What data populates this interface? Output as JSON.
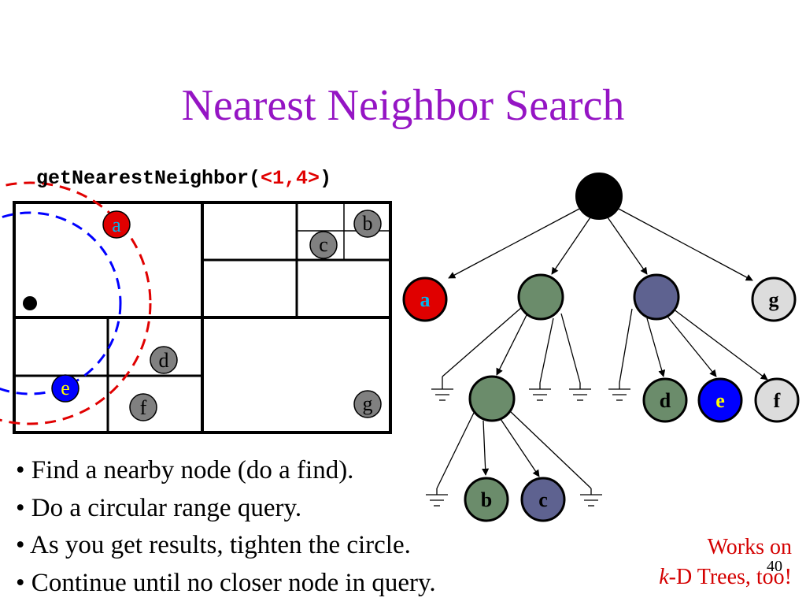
{
  "title": "Nearest Neighbor Search",
  "call": {
    "func": "getNearestNeighbor(",
    "arg": "<1,4>",
    "close": ")"
  },
  "grid_points": {
    "a": "a",
    "b": "b",
    "c": "c",
    "d": "d",
    "e": "e",
    "f": "f",
    "g": "g"
  },
  "tree": {
    "a": "a",
    "b": "b",
    "c": "c",
    "d": "d",
    "e": "e",
    "f": "f",
    "g": "g"
  },
  "bullets": [
    "• Find a nearby node (do a find).",
    "• Do a circular range query.",
    "• As you get results, tighten the circle.",
    "• Continue until no closer node in query."
  ],
  "note": {
    "line1": "Works on",
    "k": "k",
    "line2_rest": "-D Trees, too!"
  },
  "page_number": "40",
  "colors": {
    "title": "#9515c4",
    "red": "#e00000",
    "blue": "#0000ff",
    "green_node": "#6b8c6b",
    "slate_node": "#5e6290",
    "light_node": "#dcdcdc",
    "gray_point": "#808080"
  }
}
